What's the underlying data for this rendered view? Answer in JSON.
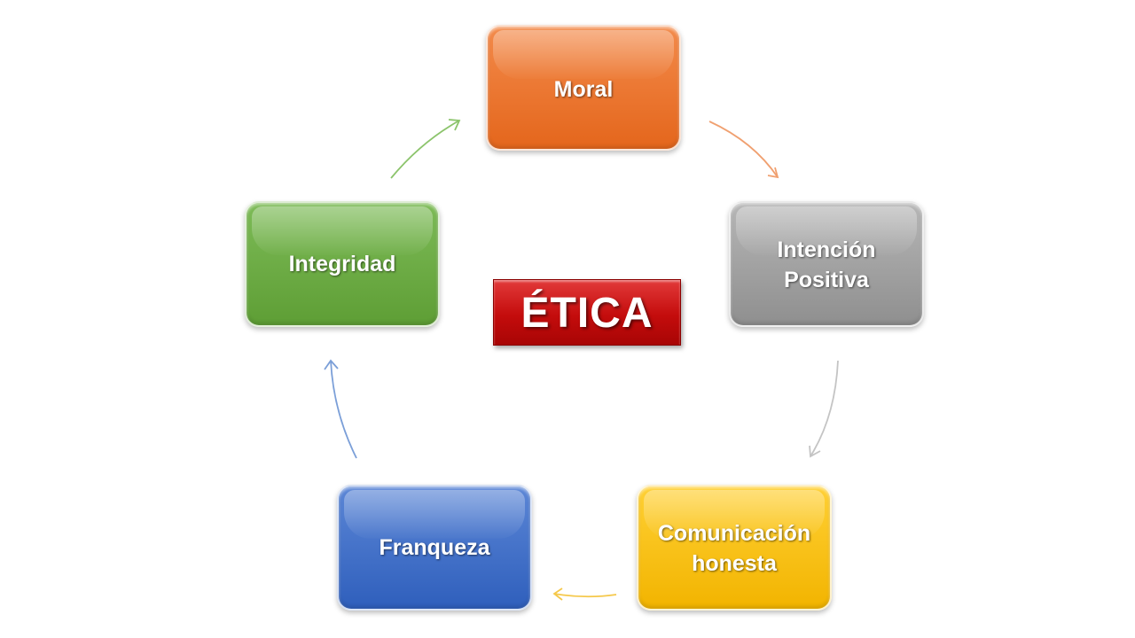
{
  "center_label": "ÉTICA",
  "nodes": {
    "moral": "Moral",
    "intencion": "Intención Positiva",
    "comunicacion": "Comunicación honesta",
    "franqueza": "Franqueza",
    "integridad": "Integridad"
  },
  "colors": {
    "moral": "#e97026",
    "intencion": "#a0a0a0",
    "comunicacion": "#f7c000",
    "franqueza": "#4472c4",
    "integridad": "#6aad45",
    "center": "#c00000"
  }
}
